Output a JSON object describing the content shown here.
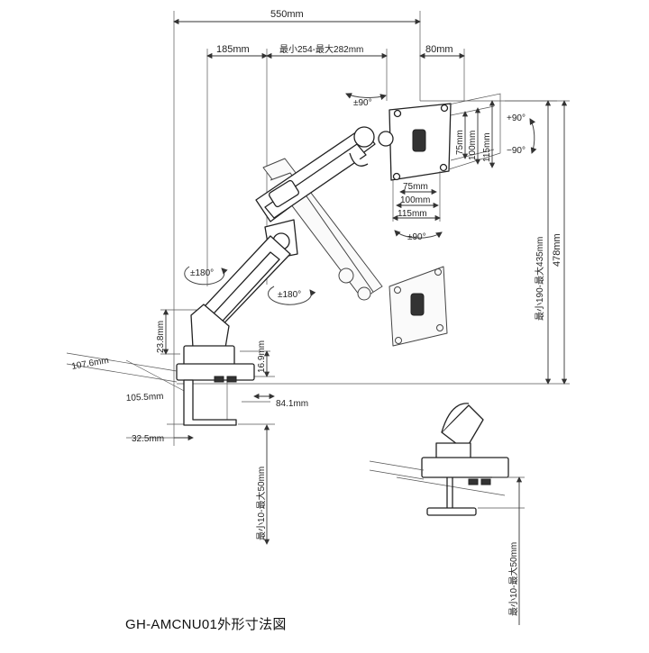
{
  "caption": "GH-AMCNU01外形寸法図",
  "dimensions": {
    "overall_width": "550mm",
    "arm_to_pivot": "185mm",
    "arm_reach_range": "最小254-最大282mm",
    "vesa_offset": "80mm",
    "vesa_h_75": "75mm",
    "vesa_h_100": "100mm",
    "vesa_h_115": "115mm",
    "vesa_v_75": "75mm",
    "vesa_v_100": "100mm",
    "vesa_v_115": "115mm",
    "height_range": "最小190-最大435mm",
    "overall_height": "478mm",
    "base_depth": "107.6mm",
    "base_width": "105.5mm",
    "base_height": "23.8mm",
    "clamp_height": "16.9mm",
    "clamp_depth": "84.1mm",
    "clamp_jaw": "32.5mm",
    "desk_thickness": "最小10-最大50mm",
    "desk_thickness_detail": "最小10-最大50mm"
  },
  "rotations": {
    "tilt_top": "±90°",
    "tilt_bottom": "±90°",
    "tilt_up": "+90°",
    "tilt_down": "−90°",
    "swivel_lower": "±180°",
    "swivel_mid": "±180°"
  }
}
